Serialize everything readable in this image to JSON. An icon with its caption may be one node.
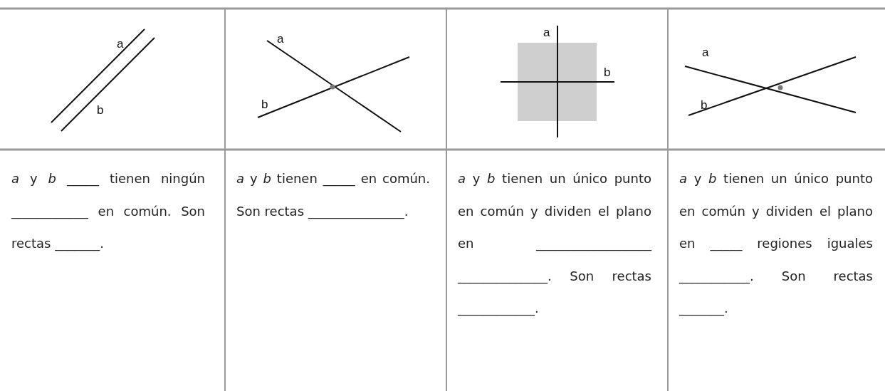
{
  "diagram": {
    "labels": [
      "a",
      "b",
      "a",
      "b",
      "a",
      "b",
      "a",
      "b",
      "*a* y *b* _____ tienen ningún ____________ en común. Son rectas _______.",
      "*a* y *b* tienen _____ en común. Son rectas _______________.",
      "*a* y *b* tienen un único punto en común y dividen el plano en __________________ ______________. Son rectas ____________.",
      "*a* y *b* tienen un único punto en común y dividen el plano en _____ regiones iguales ___________. Son rectas _______."
    ]
  }
}
